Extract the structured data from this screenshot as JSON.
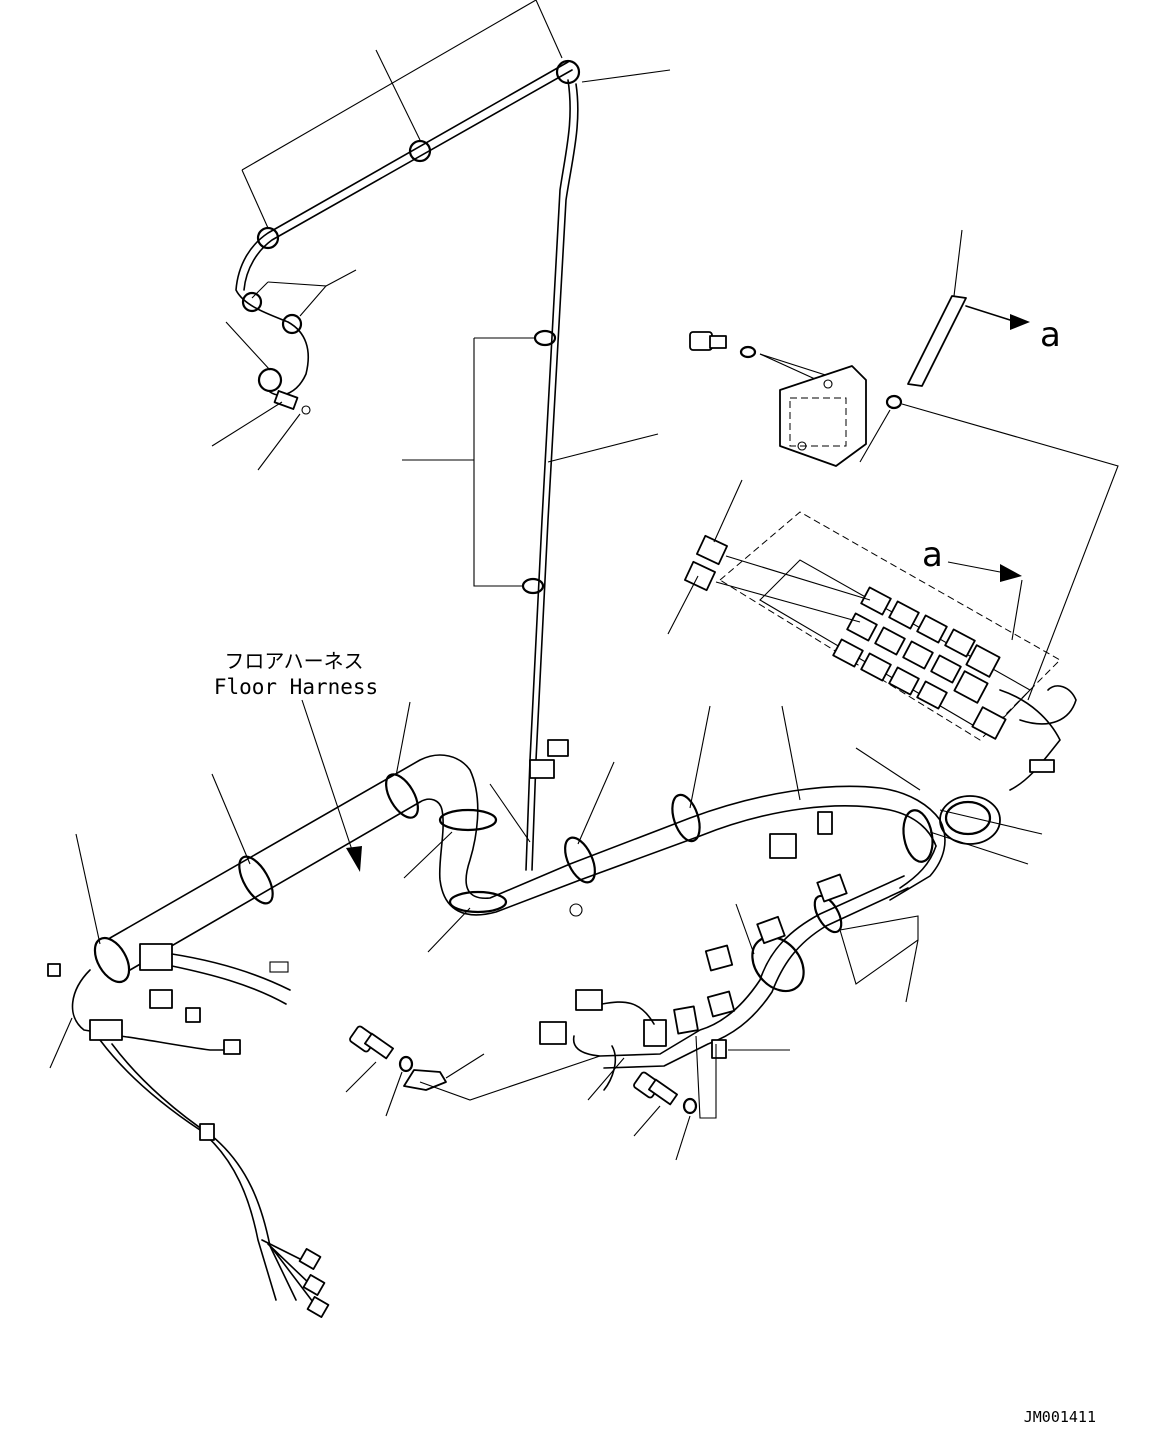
{
  "labels": {
    "floor_harness_jp": "フロアハーネス",
    "floor_harness_en": "Floor Harness",
    "view_marker_top": "a",
    "view_marker_mid": "a",
    "drawing_code": "JM001411"
  }
}
